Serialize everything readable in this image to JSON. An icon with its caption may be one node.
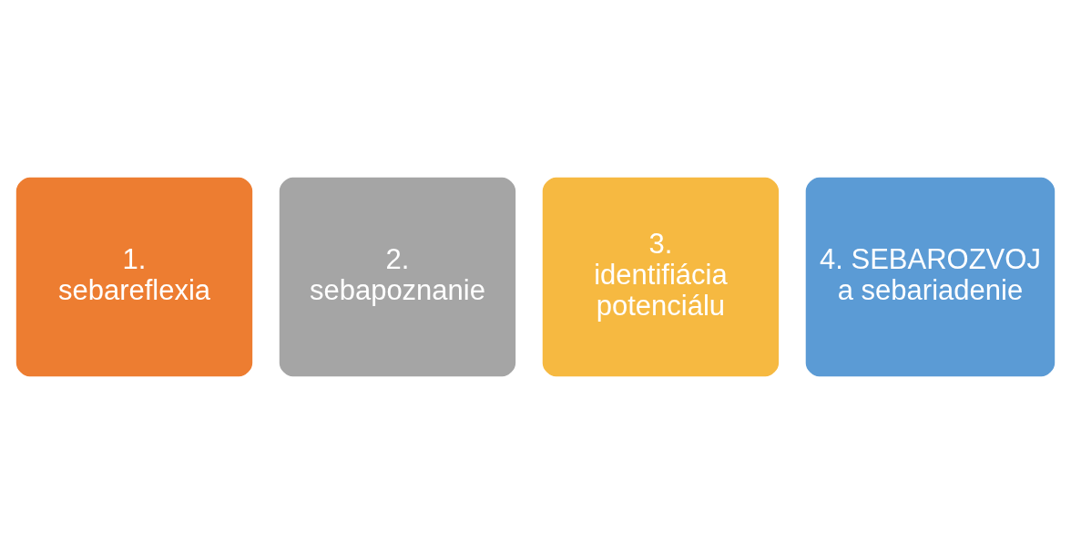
{
  "diagram": {
    "nodes": [
      {
        "text": [
          "1. sebareflexia"
        ]
      },
      {
        "text": [
          "2. sebapoznanie"
        ]
      },
      {
        "text": [
          "3. identifiácia potenciálu"
        ]
      },
      {
        "text": [
          "4. SEBAROZVOJ a sebariadenie"
        ]
      }
    ]
  }
}
